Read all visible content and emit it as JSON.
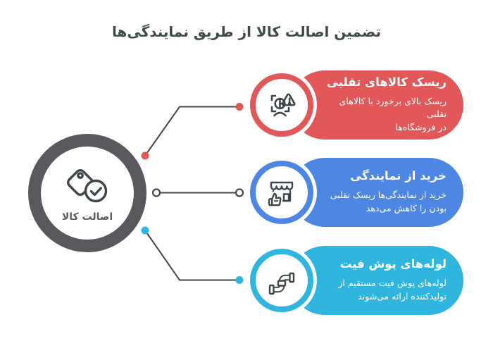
{
  "title": "تضمین اصالت کالا از طریق نمایندگی‌ها",
  "hub": {
    "label": "اصالت کالا",
    "icon": "tag-check-icon"
  },
  "cards": [
    {
      "title": "ریسک کالاهای تقلبی",
      "description": "ریسک بالای برخورد با کالاهای تقلبی\nدر فروشگاه‌ها",
      "icon": "counterfeit-warning-icon",
      "color": "#e25757"
    },
    {
      "title": "خرید از نمایندگی",
      "description": "خرید از نمایندگی‌ها ریسک تقلبی\nبودن را کاهش می‌دهد",
      "icon": "store-thumbs-up-icon",
      "color": "#4d86e3"
    },
    {
      "title": "لوله‌های پوش فیت",
      "description": "لوله‌های پوش فیت مستقیم از\nتولیدکننده ارائه می‌شوند",
      "icon": "pipe-icon",
      "color": "#30b6de"
    }
  ],
  "colors": {
    "background": "#ffffff",
    "title_text": "#3f4b4a",
    "ring_gray": "#58595c",
    "hub_text": "#5a5e60",
    "line": "#42474a",
    "icon_stroke": "#3f4649",
    "card_red": "#e25757",
    "card_blue": "#4d86e3",
    "card_cyan": "#30b6de",
    "card_text": "#ffffff"
  }
}
